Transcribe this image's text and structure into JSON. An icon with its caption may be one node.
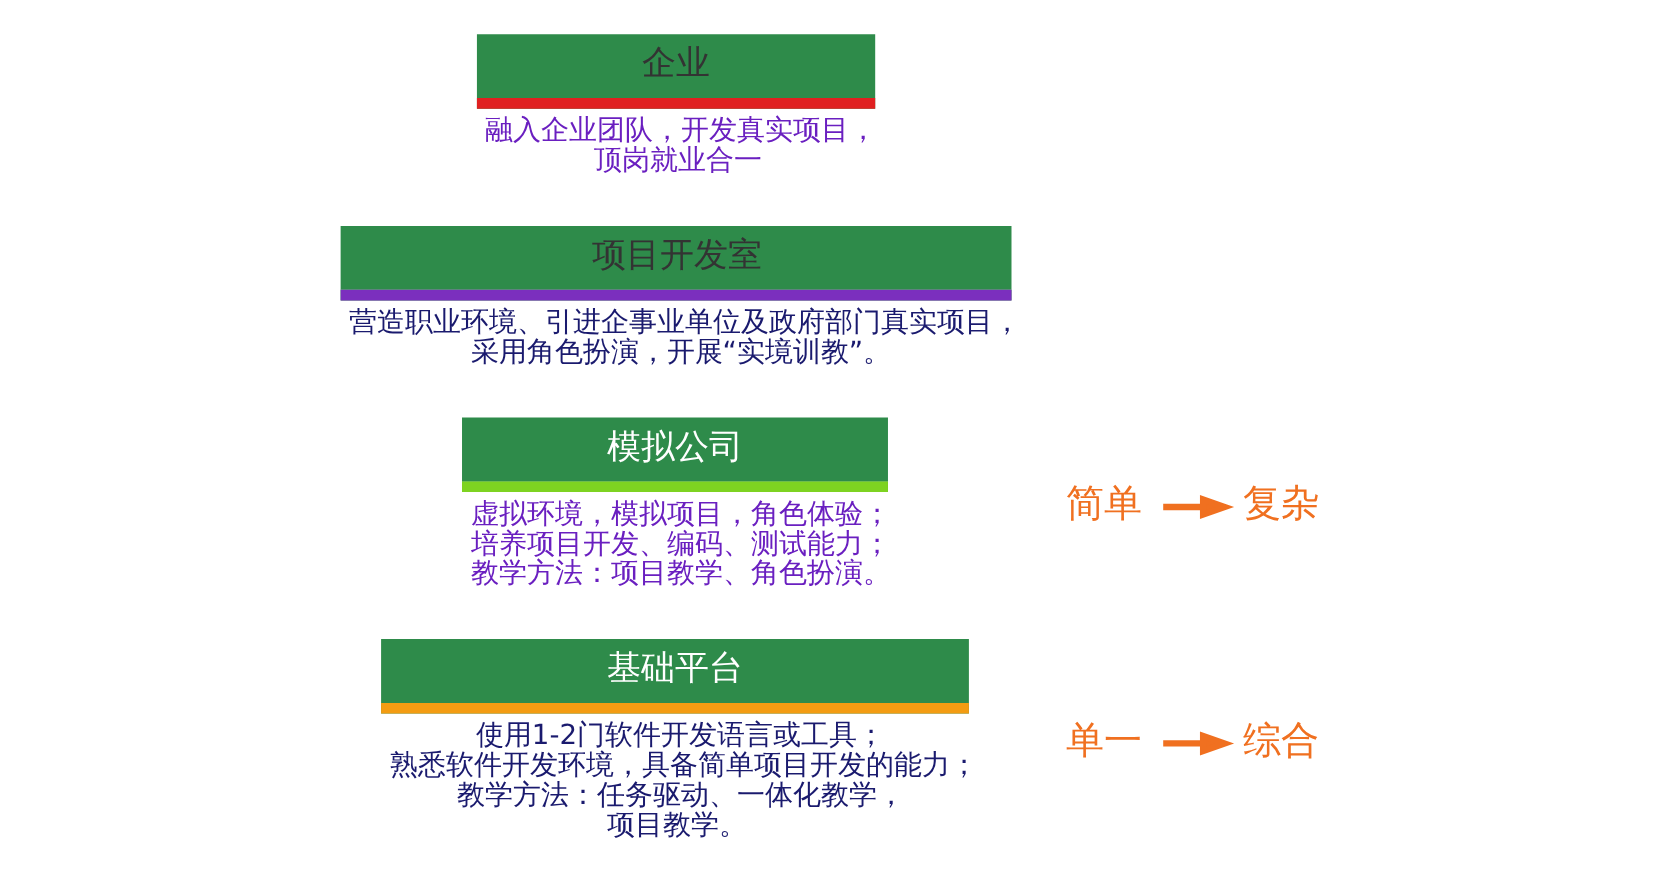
{
  "diagram": {
    "nodes": [
      {
        "text": [
          "基础平台"
        ],
        "beside": [
          "使用1-2门软件开发语言或工具；熟悉软件开发环境，具备简单项目开发的能力；教学方法：任务驱动、一体化教学，项目教学。"
        ]
      },
      {
        "text": [
          "模拟公司"
        ],
        "beside": [
          "虚拟环境，模拟项目，角色体验；培养项目开发、编码、测试能力；教学方法：项目教学、角色扮演。"
        ]
      },
      {
        "text": [
          "项目开发室"
        ],
        "beside": [
          "营造职业环境、引进企事业单位及政府部门真实项目，采用角色扮演，开展“实境训教”。"
        ]
      },
      {
        "text": [
          "企业"
        ],
        "beside": [
          "融入企业团队，开发真实项目，顶岗就业合一"
        ]
      },
      {
        "text": [
          "简单"
        ]
      },
      {
        "text": [
          "复杂"
        ]
      },
      {
        "text": [
          "单一"
        ]
      },
      {
        "text": [
          "综合"
        ]
      }
    ],
    "edges": [
      {
        "from": 4,
        "to": 5,
        "arrow": "to"
      },
      {
        "from": 6,
        "to": 7,
        "arrow": "to"
      }
    ]
  }
}
